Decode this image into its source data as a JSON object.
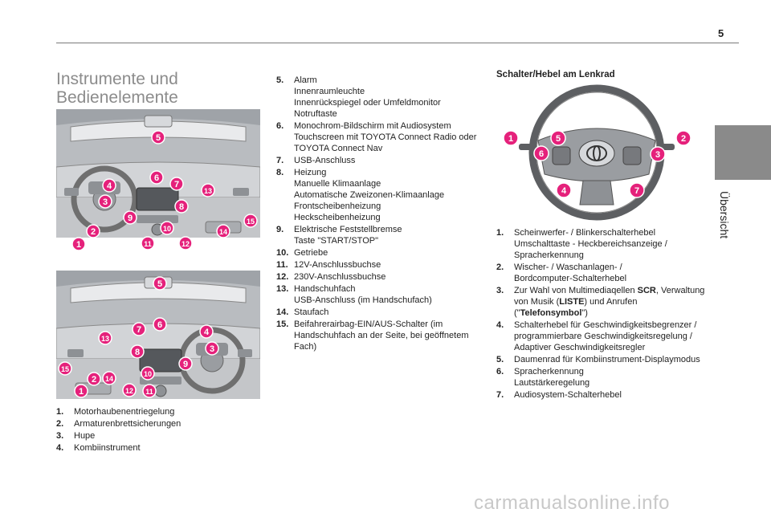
{
  "page_number": "5",
  "side_tab": "Übersicht",
  "heading": {
    "line1": "Instrumente und",
    "line2": "Bedienelemente"
  },
  "figure_top_labels": [
    "1",
    "2",
    "3",
    "4",
    "5",
    "6",
    "7",
    "8",
    "9",
    "10",
    "11",
    "12",
    "13",
    "14",
    "15"
  ],
  "figure_bottom_labels": [
    "1",
    "2",
    "3",
    "4",
    "5",
    "6",
    "7",
    "8",
    "9",
    "10",
    "11",
    "12",
    "13",
    "14",
    "15"
  ],
  "left_items": [
    {
      "num": "1.",
      "text": "Motorhaubenentriegelung"
    },
    {
      "num": "2.",
      "text": "Armaturenbrettsicherungen"
    },
    {
      "num": "3.",
      "text": "Hupe"
    },
    {
      "num": "4.",
      "text": "Kombiinstrument"
    }
  ],
  "middle_items": [
    {
      "num": "5.",
      "lines": [
        "Alarm",
        "Innenraumleuchte",
        "Innenrückspiegel oder Umfeldmonitor",
        "Notruftaste"
      ]
    },
    {
      "num": "6.",
      "lines": [
        "Monochrom-Bildschirm mit Audiosystem",
        "Touchscreen mit TOYOTA Connect Radio oder",
        "TOYOTA Connect Nav"
      ]
    },
    {
      "num": "7.",
      "lines": [
        "USB-Anschluss"
      ]
    },
    {
      "num": "8.",
      "lines": [
        "Heizung",
        "Manuelle Klimaanlage",
        "Automatische Zweizonen-Klimaanlage",
        "Frontscheibenheizung",
        "Heckscheibenheizung"
      ]
    },
    {
      "num": "9.",
      "lines": [
        "Elektrische Feststellbremse",
        "Taste \"START/STOP\""
      ]
    },
    {
      "num": "10.",
      "lines": [
        "Getriebe"
      ]
    },
    {
      "num": "11.",
      "lines": [
        "12V-Anschlussbuchse"
      ]
    },
    {
      "num": "12.",
      "lines": [
        "230V-Anschlussbuchse"
      ]
    },
    {
      "num": "13.",
      "lines": [
        "Handschuhfach",
        "USB-Anschluss (im Handschufach)"
      ]
    },
    {
      "num": "14.",
      "lines": [
        "Staufach"
      ]
    },
    {
      "num": "15.",
      "lines": [
        "Beifahrerairbag-EIN/AUS-Schalter (im",
        "Handschuhfach an der Seite, bei geöffnetem",
        "Fach)"
      ]
    }
  ],
  "steering_title": "Schalter/Hebel am Lenkrad",
  "wheel_labels": [
    "1",
    "2",
    "3",
    "4",
    "5",
    "6",
    "7"
  ],
  "right_items": [
    {
      "num": "1.",
      "lines": [
        "Scheinwerfer- / Blinkerschalterhebel",
        "Umschalttaste - Heckbereichsanzeige /",
        "Spracherkennung"
      ]
    },
    {
      "num": "2.",
      "lines": [
        "Wischer- / Waschanlagen- /",
        "Bordcomputer-Schalterhebel"
      ]
    },
    {
      "num": "3.",
      "pre": "Zur Wahl von Multimediaqellen ",
      "b1": "SCR",
      "mid": ", Verwaltung",
      "line2pre": "von Musik (",
      "b2": "LISTE",
      "line2mid": ") und Anrufen (\"",
      "b3": "Telefonsymbol",
      "line2post": "\")"
    },
    {
      "num": "4.",
      "lines": [
        "Schalterhebel für Geschwindigkeitsbegrenzer /",
        "programmierbare Geschwindigkeitsregelung /",
        "Adaptiver Geschwindigkeitsregler"
      ]
    },
    {
      "num": "5.",
      "lines": [
        "Daumenrad für Kombiinstrument-Displaymodus"
      ]
    },
    {
      "num": "6.",
      "lines": [
        "Spracherkennung",
        "Lautstärkeregelung"
      ]
    },
    {
      "num": "7.",
      "lines": [
        "Audiosystem-Schalterhebel"
      ]
    }
  ],
  "watermark": "carmanualsonline.info",
  "colors": {
    "badge": "#e5217b",
    "figure_bg": "#b9bcc0",
    "heading": "#8c8c8c",
    "tab": "#8a8a8a"
  }
}
